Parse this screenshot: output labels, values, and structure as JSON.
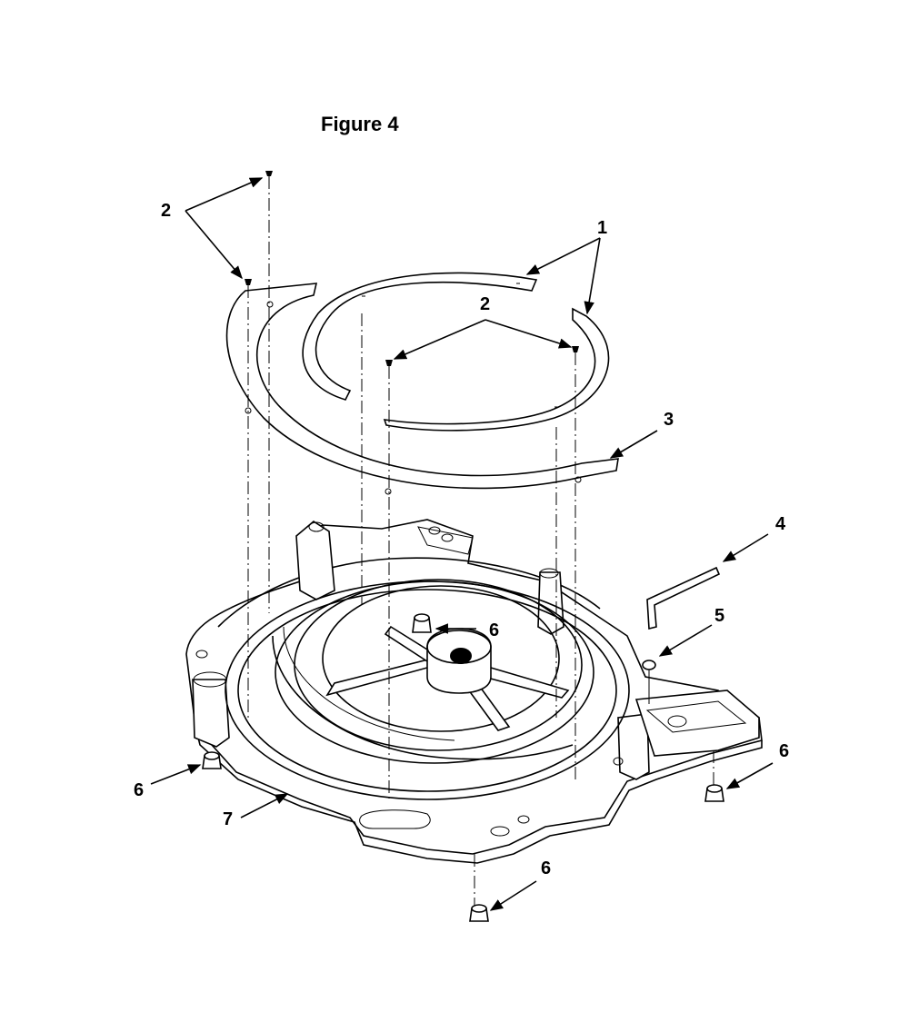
{
  "figure": {
    "title": "Figure 4"
  },
  "callouts": {
    "c1": "1",
    "c2a": "2",
    "c2b": "2",
    "c3": "3",
    "c4": "4",
    "c5": "5",
    "c6a": "6",
    "c6b": "6",
    "c6c": "6",
    "c6d": "6",
    "c7": "7"
  }
}
